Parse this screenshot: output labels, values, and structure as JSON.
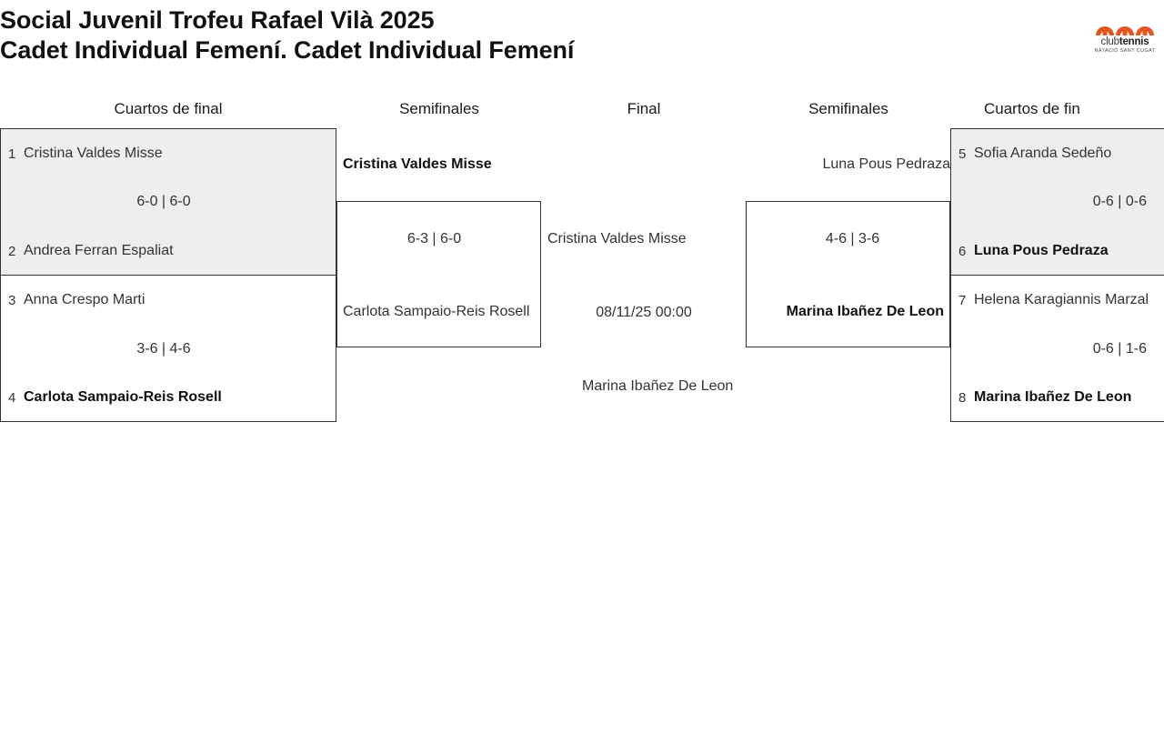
{
  "header": {
    "title_line1": "Social Juvenil Trofeu Rafael Vilà 2025",
    "title_line2": "Cadet Individual Femení. Cadet Individual Femení",
    "logo": {
      "word_club": "club",
      "word_tennis": "tennis",
      "subtitle": "NATACIÓ SANT CUGAT",
      "color": "#e2561f"
    }
  },
  "rounds": [
    {
      "label": "Cuartos de final"
    },
    {
      "label": "Semifinales"
    },
    {
      "label": "Final"
    },
    {
      "label": "Semifinales"
    },
    {
      "label": "Cuartos de fin"
    }
  ],
  "matches": {
    "qf1": {
      "top": {
        "seed": "1",
        "name": "Cristina Valdes Misse",
        "winner": true
      },
      "bottom": {
        "seed": "2",
        "name": "Andrea Ferran Espaliat",
        "winner": false
      },
      "score": "6-0 | 6-0",
      "shaded": true
    },
    "qf2": {
      "top": {
        "seed": "3",
        "name": "Anna Crespo Marti",
        "winner": false
      },
      "bottom": {
        "seed": "4",
        "name": "Carlota Sampaio-Reis Rosell",
        "winner": true
      },
      "score": "3-6 | 4-6",
      "shaded": false
    },
    "qf3": {
      "top": {
        "seed": "5",
        "name": "Sofia Aranda Sedeño",
        "winner": false
      },
      "bottom": {
        "seed": "6",
        "name": "Luna Pous Pedraza",
        "winner": true
      },
      "score": "0-6 | 0-6",
      "shaded": true
    },
    "qf4": {
      "top": {
        "seed": "7",
        "name": "Helena Karagiannis Marzal",
        "winner": false
      },
      "bottom": {
        "seed": "8",
        "name": "Marina Ibañez De Leon",
        "winner": true
      },
      "score": "0-6 | 1-6",
      "shaded": false
    },
    "sf1": {
      "top": {
        "name": "Cristina Valdes Misse",
        "winner": true
      },
      "bottom": {
        "name": "Carlota Sampaio-Reis Rosell",
        "winner": false
      },
      "score": "6-3 | 6-0"
    },
    "sf2": {
      "top": {
        "name": "Luna Pous Pedraza",
        "winner": false
      },
      "bottom": {
        "name": "Marina Ibañez De Leon",
        "winner": true
      },
      "score": "4-6 | 3-6"
    },
    "final": {
      "top": {
        "name": "Cristina Valdes Misse",
        "winner": false
      },
      "bottom": {
        "name": "Marina Ibañez De Leon",
        "winner": false
      },
      "score": "08/11/25 00:00"
    }
  }
}
